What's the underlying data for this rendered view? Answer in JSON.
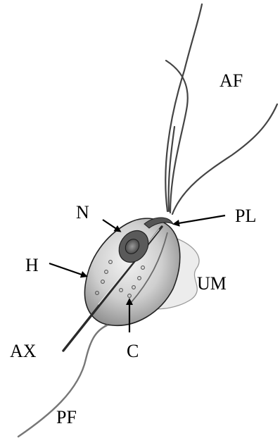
{
  "labels": {
    "af": "AF",
    "n": "N",
    "pl": "PL",
    "h": "H",
    "um": "UM",
    "ax": "AX",
    "c": "C",
    "pf": "PF"
  },
  "colors": {
    "background": "#ffffff",
    "flagella": "#444444",
    "body_fill": "#b8b8b8",
    "body_stroke": "#222222",
    "undulating_membrane": "#ececec",
    "nucleus": "#5a5a5a",
    "arrows": "#000000"
  }
}
